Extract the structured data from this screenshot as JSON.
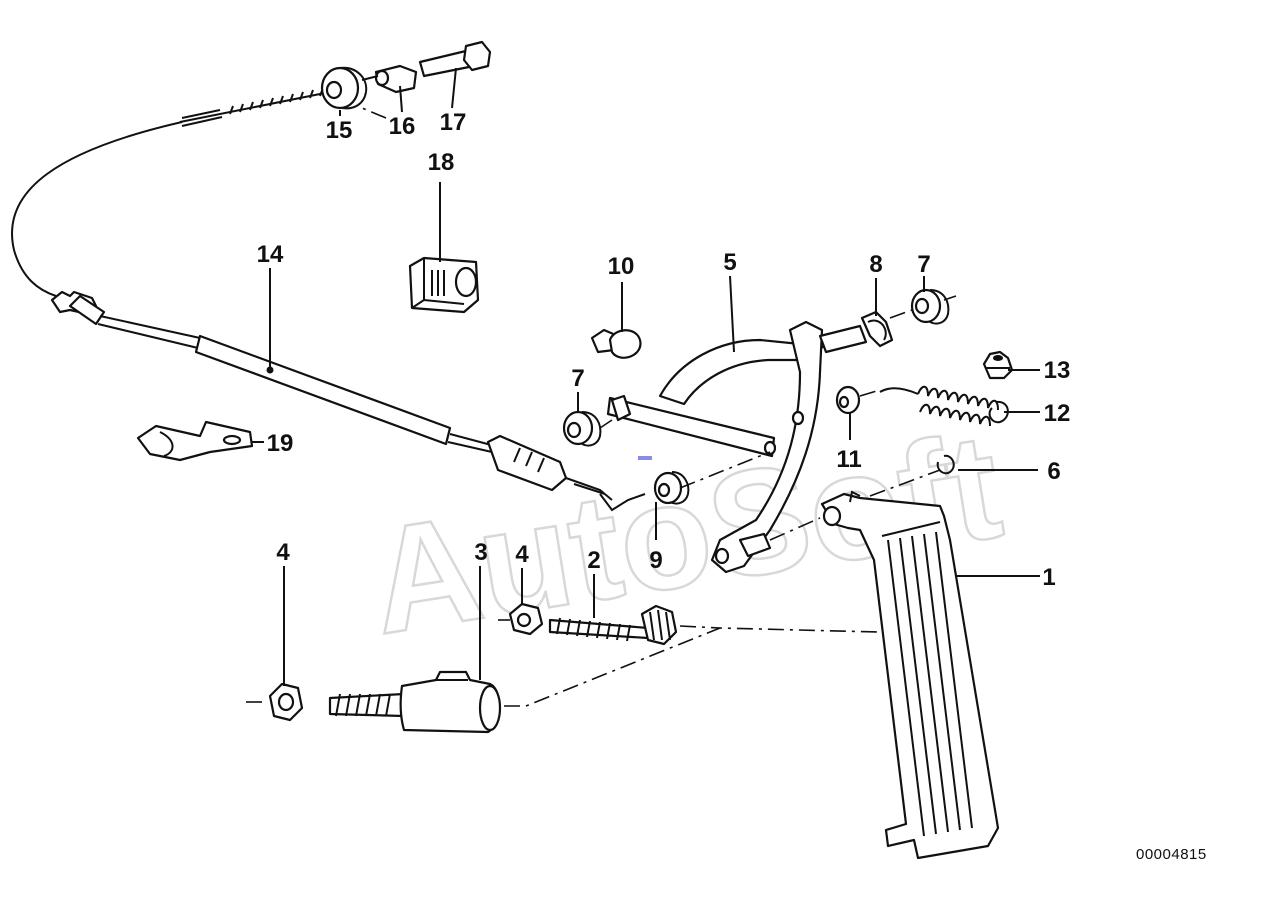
{
  "watermark": "AutoSoft",
  "reference_number": "00004815",
  "callouts": {
    "c1": "1",
    "c2": "2",
    "c3": "3",
    "c4a": "4",
    "c4b": "4",
    "c5": "5",
    "c6": "6",
    "c7a": "7",
    "c7b": "7",
    "c8": "8",
    "c9": "9",
    "c10": "10",
    "c11": "11",
    "c12": "12",
    "c13": "13",
    "c14": "14",
    "c15": "15",
    "c16": "16",
    "c17": "17",
    "c18": "18",
    "c19": "19"
  },
  "parts": [
    {
      "id": "1",
      "name": "accelerator-pedal"
    },
    {
      "id": "2",
      "name": "adjusting-screw"
    },
    {
      "id": "3",
      "name": "stop-buffer"
    },
    {
      "id": "4",
      "name": "hex-nut"
    },
    {
      "id": "5",
      "name": "pedal-lever-bracket"
    },
    {
      "id": "6",
      "name": "circlip"
    },
    {
      "id": "7",
      "name": "bushing"
    },
    {
      "id": "8",
      "name": "spring-clip"
    },
    {
      "id": "9",
      "name": "bushing"
    },
    {
      "id": "10",
      "name": "rubber-stop"
    },
    {
      "id": "11",
      "name": "bushing"
    },
    {
      "id": "12",
      "name": "tension-spring"
    },
    {
      "id": "13",
      "name": "rubber-grommet"
    },
    {
      "id": "14",
      "name": "accelerator-cable"
    },
    {
      "id": "15",
      "name": "cable-grommet"
    },
    {
      "id": "16",
      "name": "pin"
    },
    {
      "id": "17",
      "name": "bolt"
    },
    {
      "id": "18",
      "name": "cable-holder"
    },
    {
      "id": "19",
      "name": "cable-clip"
    }
  ]
}
